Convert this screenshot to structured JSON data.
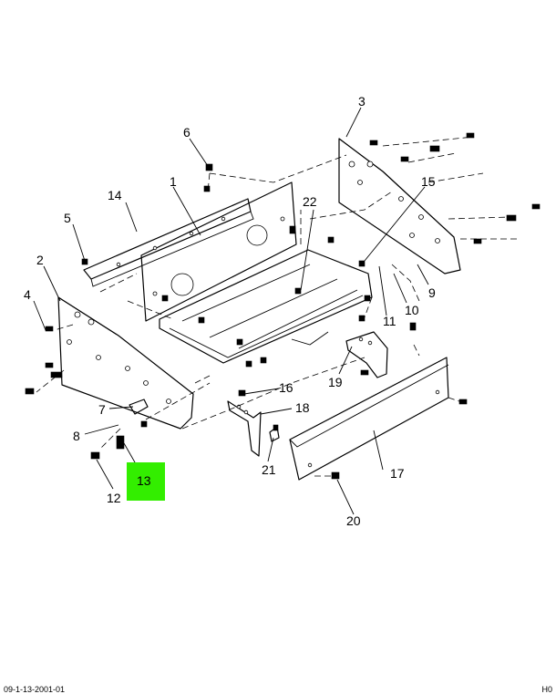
{
  "highlight_color": "#33ee00",
  "callouts": {
    "c1": "1",
    "c2": "2",
    "c3": "3",
    "c4": "4",
    "c5": "5",
    "c6": "6",
    "c7": "7",
    "c8": "8",
    "c9": "9",
    "c10": "10",
    "c11": "11",
    "c12": "12",
    "c13": "13",
    "c14": "14",
    "c15": "15",
    "c16": "16",
    "c17": "17",
    "c18": "18",
    "c19": "19",
    "c20": "20",
    "c21": "21",
    "c22": "22"
  },
  "footer": {
    "left": "09-1-13-2001-01",
    "right": "H0"
  }
}
